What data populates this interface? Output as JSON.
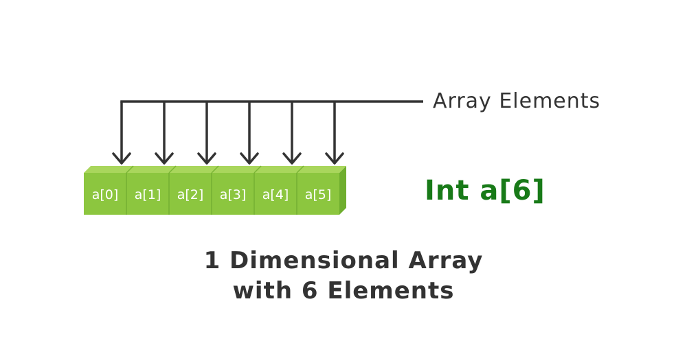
{
  "diagram": {
    "pointer_label": "Array Elements",
    "declaration": "Int a[6]",
    "caption_line1": "1 Dimensional Array",
    "caption_line2": "with 6 Elements",
    "cells": [
      "a[0]",
      "a[1]",
      "a[2]",
      "a[3]",
      "a[4]",
      "a[5]"
    ]
  },
  "colors": {
    "cell_front": "#8cc63f",
    "cell_top": "#a9d65c",
    "cell_side": "#6fae2e",
    "cell_divider": "#7ab535",
    "arrow": "#333333",
    "text_dark": "#333333",
    "declaration_text": "#187a18",
    "cell_text": "#ffffff"
  }
}
